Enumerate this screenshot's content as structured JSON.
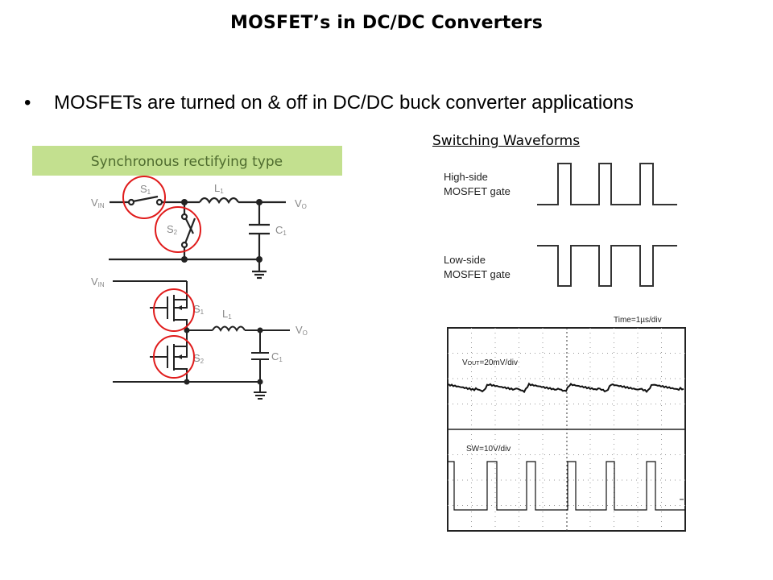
{
  "slide": {
    "title": "MOSFET’s in DC/DC Converters",
    "bullets": [
      {
        "marker": "•",
        "text": "MOSFETs are turned on & off in DC/DC buck converter applications"
      }
    ]
  },
  "circuit": {
    "header": "Synchronous rectifying type",
    "header_bg": "#c3e08f",
    "header_color": "#4e6b2e",
    "highlight_color": "#e01b1b",
    "switch_diagram": {
      "vin": {
        "main": "V",
        "sub": "IN"
      },
      "s1": {
        "main": "S",
        "sub": "1"
      },
      "s2": {
        "main": "S",
        "sub": "2"
      },
      "l1": {
        "main": "L",
        "sub": "1"
      },
      "c1": {
        "main": "C",
        "sub": "1"
      },
      "vo": {
        "main": "V",
        "sub": "O"
      }
    },
    "mosfet_diagram": {
      "vin": {
        "main": "V",
        "sub": "IN"
      },
      "s1": {
        "main": "S",
        "sub": "1"
      },
      "s2": {
        "main": "S",
        "sub": "2"
      },
      "l1": {
        "main": "L",
        "sub": "1"
      },
      "c1": {
        "main": "C",
        "sub": "1"
      },
      "vo": {
        "main": "V",
        "sub": "O"
      }
    }
  },
  "waveforms": {
    "heading": "Switching Waveforms",
    "high_side": {
      "line1": "High-side",
      "line2": "MOSFET gate"
    },
    "low_side": {
      "line1": "Low-side",
      "line2": "MOSFET gate"
    }
  },
  "scope": {
    "time_label": "Time=1µs/div",
    "vout_label": {
      "main": "V",
      "sub": "OUT",
      "rest": "=20mV/div"
    },
    "sw_label": "SW=10V/div"
  }
}
